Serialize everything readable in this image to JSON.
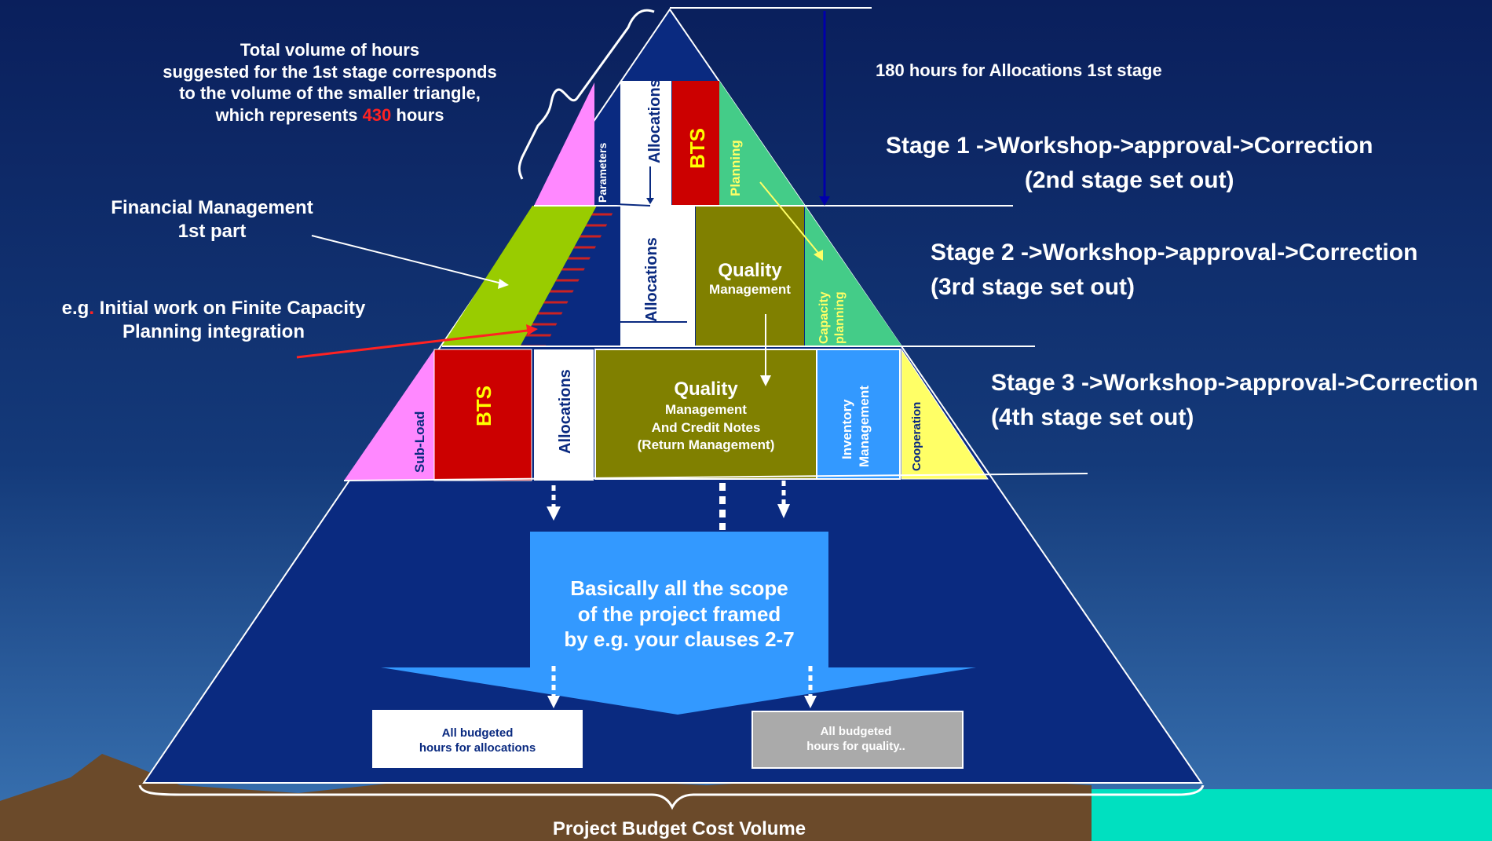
{
  "left_notes": {
    "total_volume": [
      "Total volume of hours",
      "suggested for the 1st stage corresponds",
      "to the volume of the smaller triangle,"
    ],
    "represents_prefix": "which represents ",
    "represents_value": "430",
    "represents_suffix": " hours",
    "financial": [
      "Financial Management",
      "1st part"
    ],
    "finite_prefix": "e.g",
    "finite_dot": ".",
    "finite_rest": " Initial work on Finite Capacity",
    "finite_line2": "Planning integration"
  },
  "right_notes": {
    "allocations_hours": "180 hours for Allocations 1st stage",
    "stage1": [
      "Stage 1 ->Workshop->approval->Correction",
      "(2nd stage set out)"
    ],
    "stage2": [
      "Stage 2 ->Workshop->approval->Correction",
      "(3rd stage set out)"
    ],
    "stage3": [
      "Stage 3 ->Workshop->approval->Correction",
      "(4th stage set out)"
    ]
  },
  "pyramid": {
    "tier1": {
      "parameters": "Parameters",
      "allocations": "Allocations",
      "bts": "BTS",
      "planning": "Planning"
    },
    "tier2": {
      "allocations": "Allocations",
      "quality_title": "Quality",
      "quality_sub": "Management",
      "capacity": [
        "Capacity",
        "planning"
      ]
    },
    "tier3": {
      "subload": "Sub-Load",
      "bts": "BTS",
      "allocations": "Allocations",
      "quality_title": "Quality",
      "quality_lines": [
        "Management",
        "And Credit Notes",
        "(Return Management)"
      ],
      "inventory": [
        "Inventory",
        "Management"
      ],
      "cooperation": "Cooperation"
    },
    "scope": [
      "Basically all the scope",
      "of the project framed",
      "by e.g. your clauses 2-7"
    ],
    "budget_alloc": [
      "All budgeted",
      "hours for allocations"
    ],
    "budget_quality": [
      "All budgeted",
      "hours for quality.."
    ],
    "footer": "Project Budget Cost Volume"
  },
  "colors": {
    "bg_top": "#0a1f5c",
    "bg_bottom": "#2a5a99",
    "pyramid": "#0a2a80",
    "pink": "#ff88ff",
    "red": "#cc0000",
    "green": "#44cc88",
    "lime": "#99cc00",
    "olive": "#808000",
    "blue": "#3399ff",
    "yellow": "#ffff66",
    "accent_red": "#ff2222"
  }
}
